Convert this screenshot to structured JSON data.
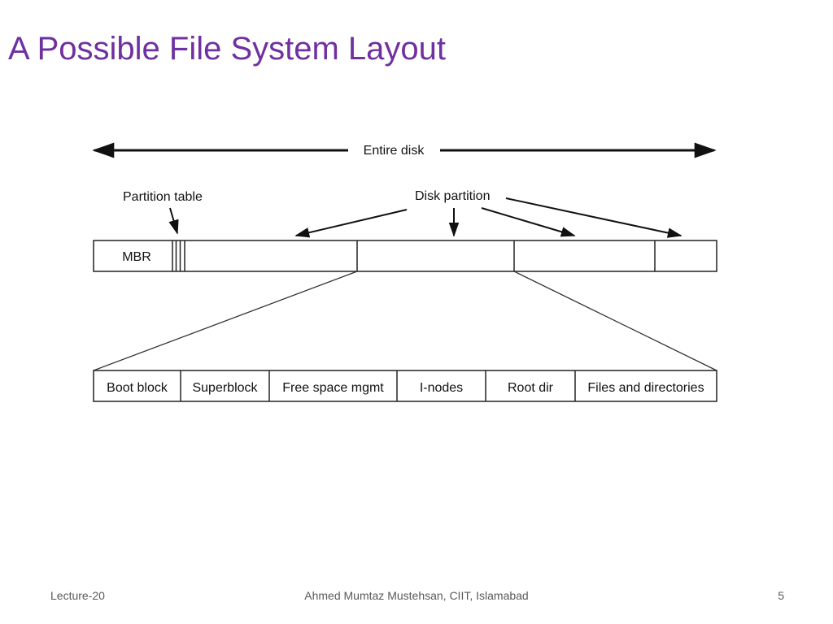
{
  "slide": {
    "title": "A Possible File System Layout"
  },
  "diagram": {
    "entire_disk_label": "Entire disk",
    "partition_table_label": "Partition table",
    "disk_partition_label": "Disk partition",
    "mbr_label": "MBR",
    "partition_layout": [
      "Boot block",
      "Superblock",
      "Free space mgmt",
      "I-nodes",
      "Root dir",
      "Files and directories"
    ]
  },
  "footer": {
    "lecture": "Lecture-20",
    "author": "Ahmed Mumtaz Mustehsan, CIIT, Islamabad",
    "page_number": "5"
  }
}
